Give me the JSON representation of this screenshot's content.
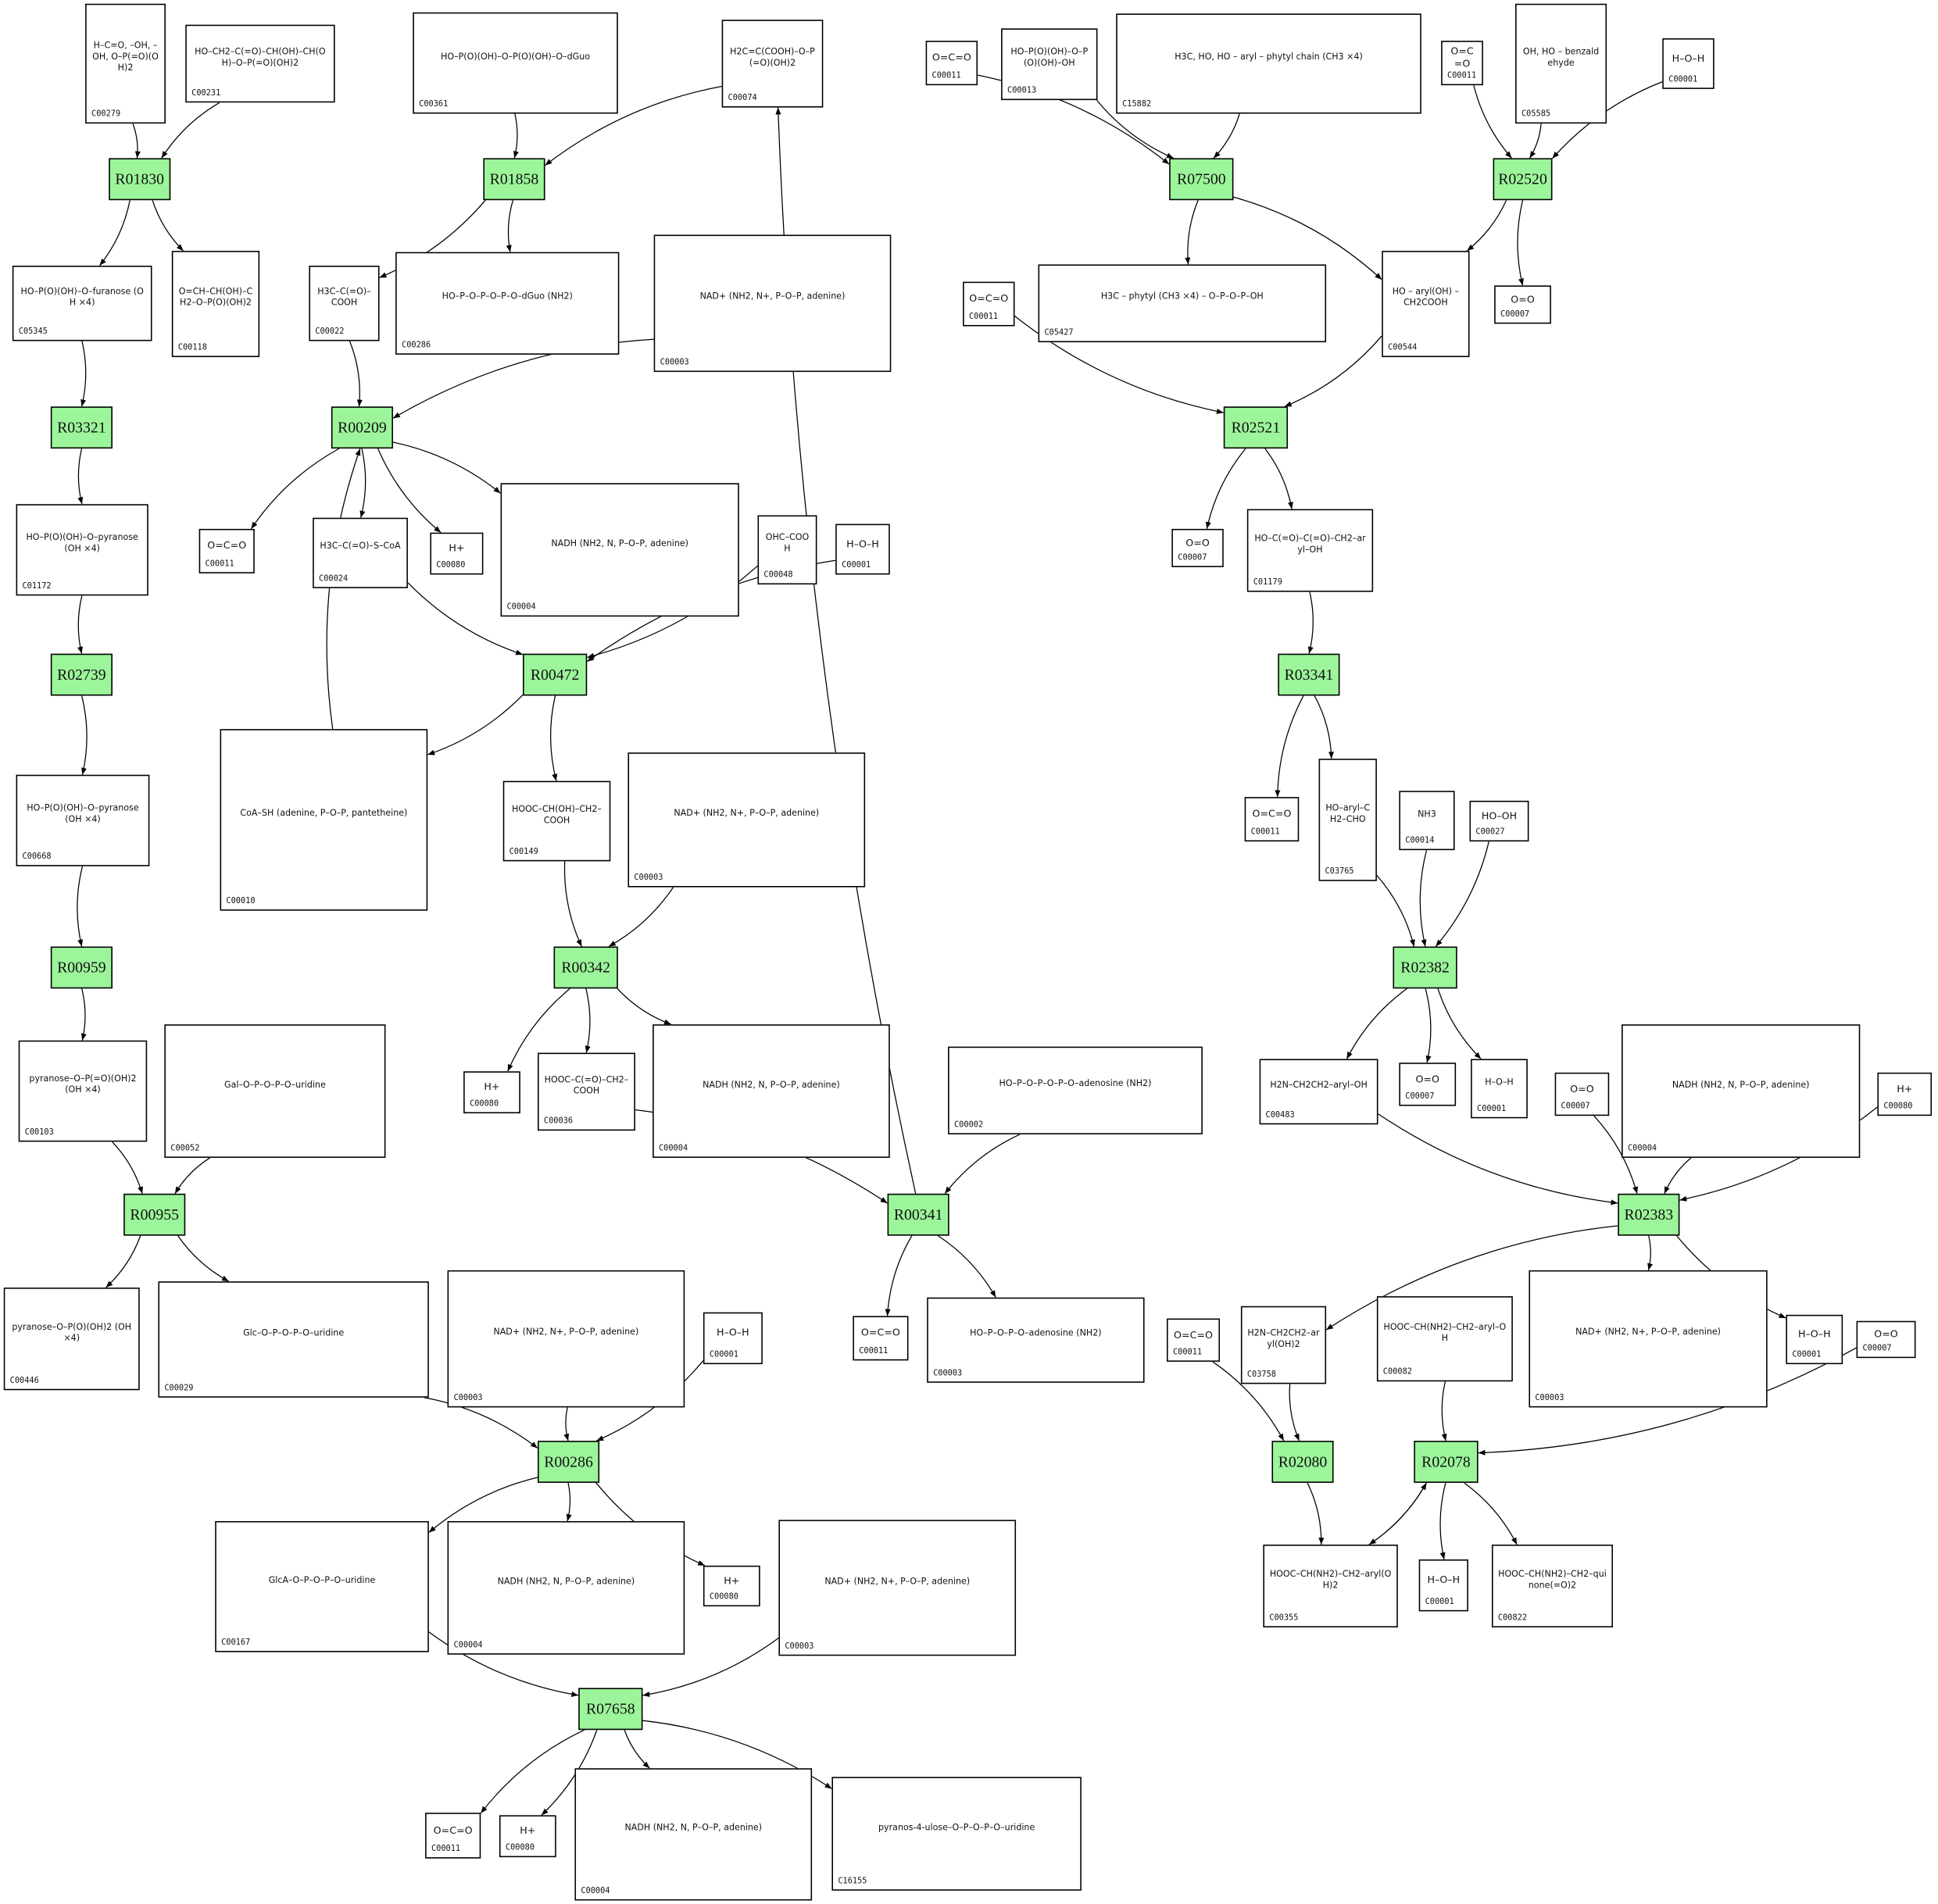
{
  "title": "Metabolic pathway reaction network",
  "colors": {
    "reaction_fill": "#9cf59a",
    "border": "#000000",
    "edge": "#000000",
    "background": "#ffffff"
  },
  "reactions": [
    {
      "key": "R01830",
      "label": "R01830"
    },
    {
      "key": "R01858",
      "label": "R01858"
    },
    {
      "key": "R07500",
      "label": "R07500"
    },
    {
      "key": "R02520",
      "label": "R02520"
    },
    {
      "key": "R03321",
      "label": "R03321"
    },
    {
      "key": "R00209",
      "label": "R00209"
    },
    {
      "key": "R02521",
      "label": "R02521"
    },
    {
      "key": "R02739",
      "label": "R02739"
    },
    {
      "key": "R00472",
      "label": "R00472"
    },
    {
      "key": "R03341",
      "label": "R03341"
    },
    {
      "key": "R00959",
      "label": "R00959"
    },
    {
      "key": "R00342",
      "label": "R00342"
    },
    {
      "key": "R02382",
      "label": "R02382"
    },
    {
      "key": "R00955",
      "label": "R00955"
    },
    {
      "key": "R00341",
      "label": "R00341"
    },
    {
      "key": "R02383",
      "label": "R02383"
    },
    {
      "key": "R00286",
      "label": "R00286"
    },
    {
      "key": "R02080",
      "label": "R02080"
    },
    {
      "key": "R02078",
      "label": "R02078"
    },
    {
      "key": "R07658",
      "label": "R07658"
    }
  ],
  "compounds": [
    {
      "key": "C00279",
      "id": "C00279",
      "structure": "H–C=O, –OH, –OH, O–P(=O)(OH)2"
    },
    {
      "key": "C00231",
      "id": "C00231",
      "structure": "HO–CH2–C(=O)–CH(OH)–CH(OH)–O–P(=O)(OH)2"
    },
    {
      "key": "C00361",
      "id": "C00361",
      "structure": "HO–P(O)(OH)–O–P(O)(OH)–O–dGuo"
    },
    {
      "key": "C00074",
      "id": "C00074",
      "structure": "H2C=C(COOH)–O–P(=O)(OH)2"
    },
    {
      "key": "C00011a",
      "id": "C00011",
      "structure": "O=C=O"
    },
    {
      "key": "C00013",
      "id": "C00013",
      "structure": "HO–P(O)(OH)–O–P(O)(OH)–OH"
    },
    {
      "key": "C15882",
      "id": "C15882",
      "structure": "H3C, HO, HO – aryl – phytyl chain (CH3 ×4)"
    },
    {
      "key": "C00011b",
      "id": "C00011",
      "structure": "O=C=O"
    },
    {
      "key": "C05585",
      "id": "C05585",
      "structure": "OH, HO – benzaldehyde"
    },
    {
      "key": "C00001a",
      "id": "C00001",
      "structure": "H–O–H"
    },
    {
      "key": "C05345",
      "id": "C05345",
      "structure": "HO–P(O)(OH)–O–furanose (OH ×4)"
    },
    {
      "key": "C00118",
      "id": "C00118",
      "structure": "O=CH–CH(OH)–CH2–O–P(O)(OH)2"
    },
    {
      "key": "C00022",
      "id": "C00022",
      "structure": "H3C–C(=O)–COOH"
    },
    {
      "key": "C00286",
      "id": "C00286",
      "structure": "HO–P–O–P–O–P–O–dGuo (NH2)"
    },
    {
      "key": "C00003a",
      "id": "C00003",
      "structure": "NAD+ (NH2, N+, P–O–P, adenine)"
    },
    {
      "key": "C05427",
      "id": "C05427",
      "structure": "H3C – phytyl (CH3 ×4) – O–P–O–P–OH"
    },
    {
      "key": "C00011c",
      "id": "C00011",
      "structure": "O=C=O"
    },
    {
      "key": "C00544",
      "id": "C00544",
      "structure": "HO – aryl(OH) – CH2COOH"
    },
    {
      "key": "C00007a",
      "id": "C00007",
      "structure": "O=O"
    },
    {
      "key": "C01172",
      "id": "C01172",
      "structure": "HO–P(O)(OH)–O–pyranose (OH ×4)"
    },
    {
      "key": "C00011d",
      "id": "C00011",
      "structure": "O=C=O"
    },
    {
      "key": "C00024",
      "id": "C00024",
      "structure": "H3C–C(=O)–S–CoA"
    },
    {
      "key": "C00080a",
      "id": "C00080",
      "structure": "H+"
    },
    {
      "key": "C00004a",
      "id": "C00004",
      "structure": "NADH (NH2, N, P–O–P, adenine)"
    },
    {
      "key": "C00048",
      "id": "C00048",
      "structure": "OHC–COOH"
    },
    {
      "key": "C00001b",
      "id": "C00001",
      "structure": "H–O–H"
    },
    {
      "key": "C00007b",
      "id": "C00007",
      "structure": "O=O"
    },
    {
      "key": "C01179",
      "id": "C01179",
      "structure": "HO–C(=O)–C(=O)–CH2–aryl–OH"
    },
    {
      "key": "C00668",
      "id": "C00668",
      "structure": "HO–P(O)(OH)–O–pyranose (OH ×4)"
    },
    {
      "key": "C00010",
      "id": "C00010",
      "structure": "CoA–SH (adenine, P–O–P, pantetheine)"
    },
    {
      "key": "C00149",
      "id": "C00149",
      "structure": "HOOC–CH(OH)–CH2–COOH"
    },
    {
      "key": "C00003b",
      "id": "C00003",
      "structure": "NAD+ (NH2, N+, P–O–P, adenine)"
    },
    {
      "key": "C00011e",
      "id": "C00011",
      "structure": "O=C=O"
    },
    {
      "key": "C03765",
      "id": "C03765",
      "structure": "HO–aryl–CH2–CHO"
    },
    {
      "key": "C00014",
      "id": "C00014",
      "structure": "NH3"
    },
    {
      "key": "C00027",
      "id": "C00027",
      "structure": "HO–OH"
    },
    {
      "key": "C00103",
      "id": "C00103",
      "structure": "pyranose–O–P(=O)(OH)2 (OH ×4)"
    },
    {
      "key": "C00052",
      "id": "C00052",
      "structure": "Gal–O–P–O–P–O–uridine"
    },
    {
      "key": "C00080b",
      "id": "C00080",
      "structure": "H+"
    },
    {
      "key": "C00036",
      "id": "C00036",
      "structure": "HOOC–C(=O)–CH2–COOH"
    },
    {
      "key": "C00004b",
      "id": "C00004",
      "structure": "NADH (NH2, N, P–O–P, adenine)"
    },
    {
      "key": "C00002",
      "id": "C00002",
      "structure": "HO–P–O–P–O–P–O–adenosine (NH2)"
    },
    {
      "key": "C00483",
      "id": "C00483",
      "structure": "H2N–CH2CH2–aryl–OH"
    },
    {
      "key": "C00007c",
      "id": "C00007",
      "structure": "O=O"
    },
    {
      "key": "C00001c",
      "id": "C00001",
      "structure": "H–O–H"
    },
    {
      "key": "C00007d",
      "id": "C00007",
      "structure": "O=O"
    },
    {
      "key": "C00004c",
      "id": "C00004",
      "structure": "NADH (NH2, N, P–O–P, adenine)"
    },
    {
      "key": "C00080c",
      "id": "C00080",
      "structure": "H+"
    },
    {
      "key": "C00446",
      "id": "C00446",
      "structure": "pyranose–O–P(O)(OH)2 (OH ×4)"
    },
    {
      "key": "C00029",
      "id": "C00029",
      "structure": "Glc–O–P–O–P–O–uridine"
    },
    {
      "key": "C00003c",
      "id": "C00003",
      "structure": "NAD+ (NH2, N+, P–O–P, adenine)"
    },
    {
      "key": "C00001d",
      "id": "C00001",
      "structure": "H–O–H"
    },
    {
      "key": "C00011f",
      "id": "C00011",
      "structure": "O=C=O"
    },
    {
      "key": "C00003d",
      "id": "C00003",
      "structure": "HO–P–O–P–O–adenosine (NH2)"
    },
    {
      "key": "C00011g",
      "id": "C00011",
      "structure": "O=C=O"
    },
    {
      "key": "C03758",
      "id": "C03758",
      "structure": "H2N–CH2CH2–aryl(OH)2"
    },
    {
      "key": "C00082",
      "id": "C00082",
      "structure": "HOOC–CH(NH2)–CH2–aryl–OH"
    },
    {
      "key": "C00003e",
      "id": "C00003",
      "structure": "NAD+ (NH2, N+, P–O–P, adenine)"
    },
    {
      "key": "C00001e",
      "id": "C00001",
      "structure": "H–O–H"
    },
    {
      "key": "C00007e",
      "id": "C00007",
      "structure": "O=O"
    },
    {
      "key": "C00167",
      "id": "C00167",
      "structure": "GlcA–O–P–O–P–O–uridine"
    },
    {
      "key": "C00004d",
      "id": "C00004",
      "structure": "NADH (NH2, N, P–O–P, adenine)"
    },
    {
      "key": "C00080d",
      "id": "C00080",
      "structure": "H+"
    },
    {
      "key": "C00003f",
      "id": "C00003",
      "structure": "NAD+ (NH2, N+, P–O–P, adenine)"
    },
    {
      "key": "C00355",
      "id": "C00355",
      "structure": "HOOC–CH(NH2)–CH2–aryl(OH)2"
    },
    {
      "key": "C00001f",
      "id": "C00001",
      "structure": "H–O–H"
    },
    {
      "key": "C00822",
      "id": "C00822",
      "structure": "HOOC–CH(NH2)–CH2–quinone(=O)2"
    },
    {
      "key": "C00011h",
      "id": "C00011",
      "structure": "O=C=O"
    },
    {
      "key": "C00080e",
      "id": "C00080",
      "structure": "H+"
    },
    {
      "key": "C00004e",
      "id": "C00004",
      "structure": "NADH (NH2, N, P–O–P, adenine)"
    },
    {
      "key": "C16155",
      "id": "C16155",
      "structure": "pyranos-4-ulose–O–P–O–P–O–uridine"
    }
  ],
  "edges": [
    [
      "C00279",
      "R01830"
    ],
    [
      "C00231",
      "R01830"
    ],
    [
      "R01830",
      "C05345"
    ],
    [
      "R01830",
      "C00118"
    ],
    [
      "C00361",
      "R01858"
    ],
    [
      "C00074",
      "R01858"
    ],
    [
      "R01858",
      "C00022"
    ],
    [
      "R01858",
      "C00286"
    ],
    [
      "C00011a",
      "R07500"
    ],
    [
      "C00013",
      "R07500"
    ],
    [
      "C15882",
      "R07500"
    ],
    [
      "R07500",
      "C05427"
    ],
    [
      "R07500",
      "C00544"
    ],
    [
      "C00011b",
      "R02520"
    ],
    [
      "C05585",
      "R02520"
    ],
    [
      "C00001a",
      "R02520"
    ],
    [
      "R02520",
      "C00544"
    ],
    [
      "R02520",
      "C00007a"
    ],
    [
      "C05345",
      "R03321"
    ],
    [
      "R03321",
      "C01172"
    ],
    [
      "C00022",
      "R00209"
    ],
    [
      "C00003a",
      "R00209"
    ],
    [
      "C00010",
      "R00209"
    ],
    [
      "R00209",
      "C00011d"
    ],
    [
      "R00209",
      "C00024"
    ],
    [
      "R00209",
      "C00080a"
    ],
    [
      "R00209",
      "C00004a"
    ],
    [
      "C00011c",
      "R02521"
    ],
    [
      "C00544",
      "R02521"
    ],
    [
      "R02521",
      "C00007b"
    ],
    [
      "R02521",
      "C01179"
    ],
    [
      "C01172",
      "R02739"
    ],
    [
      "R02739",
      "C00668"
    ],
    [
      "C00024",
      "R00472"
    ],
    [
      "C00048",
      "R00472"
    ],
    [
      "C00001b",
      "R00472"
    ],
    [
      "R00472",
      "C00010"
    ],
    [
      "R00472",
      "C00149"
    ],
    [
      "C01179",
      "R03341"
    ],
    [
      "R03341",
      "C00011e"
    ],
    [
      "R03341",
      "C03765"
    ],
    [
      "C00668",
      "R00959"
    ],
    [
      "R00959",
      "C00103"
    ],
    [
      "C00149",
      "R00342"
    ],
    [
      "C00003b",
      "R00342"
    ],
    [
      "R00342",
      "C00080b"
    ],
    [
      "R00342",
      "C00036"
    ],
    [
      "R00342",
      "C00004b"
    ],
    [
      "C03765",
      "R02382"
    ],
    [
      "C00014",
      "R02382"
    ],
    [
      "C00027",
      "R02382"
    ],
    [
      "R02382",
      "C00483"
    ],
    [
      "R02382",
      "C00007c"
    ],
    [
      "R02382",
      "C00001c"
    ],
    [
      "C00103",
      "R00955"
    ],
    [
      "C00052",
      "R00955"
    ],
    [
      "R00955",
      "C00446"
    ],
    [
      "R00955",
      "C00029"
    ],
    [
      "C00036",
      "R00341"
    ],
    [
      "C00002",
      "R00341"
    ],
    [
      "R00341",
      "C00074"
    ],
    [
      "R00341",
      "C00011f"
    ],
    [
      "R00341",
      "C00003d"
    ],
    [
      "C00483",
      "R02383"
    ],
    [
      "C00007d",
      "R02383"
    ],
    [
      "C00004c",
      "R02383"
    ],
    [
      "C00080c",
      "R02383"
    ],
    [
      "R02383",
      "C03758"
    ],
    [
      "R02383",
      "C00003e"
    ],
    [
      "R02383",
      "C00001e"
    ],
    [
      "C00029",
      "R00286"
    ],
    [
      "C00003c",
      "R00286"
    ],
    [
      "C00001d",
      "R00286"
    ],
    [
      "R00286",
      "C00167"
    ],
    [
      "R00286",
      "C00004d"
    ],
    [
      "R00286",
      "C00080d"
    ],
    [
      "C00011g",
      "R02080"
    ],
    [
      "C03758",
      "R02080"
    ],
    [
      "R02080",
      "C00355"
    ],
    [
      "C00082",
      "R02078"
    ],
    [
      "C00007e",
      "R02078"
    ],
    [
      "C00355",
      "R02078"
    ],
    [
      "R02078",
      "C00355"
    ],
    [
      "R02078",
      "C00001f"
    ],
    [
      "R02078",
      "C00822"
    ],
    [
      "C00167",
      "R07658"
    ],
    [
      "C00003f",
      "R07658"
    ],
    [
      "R07658",
      "C00011h"
    ],
    [
      "R07658",
      "C00080e"
    ],
    [
      "R07658",
      "C00004e"
    ],
    [
      "R07658",
      "C16155"
    ]
  ]
}
